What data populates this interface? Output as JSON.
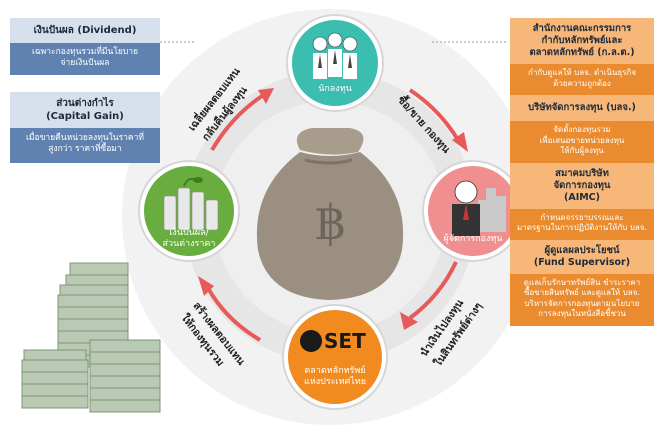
{
  "left_panel": {
    "dividend": {
      "title": "เงินปันผล (Dividend)",
      "desc_1": "เฉพาะกองทุนรวมที่มีนโยบาย",
      "desc_2": "จ่ายเงินปันผล"
    },
    "capital_gain": {
      "title_th": "ส่วนต่างกำไร",
      "title_en": "(Capital Gain)",
      "desc_1": "เมื่อขายคืนหน่วยลงทุนในราคาที่",
      "desc_2": "สูงกว่า ราคาที่ซื้อมา"
    }
  },
  "right_panel": {
    "sec": {
      "title_1": "สำนักงานคณะกรรมการ",
      "title_2": "กำกับหลักทรัพย์และ",
      "title_3": "ตลาดหลักทรัพย์ (ก.ล.ต.)",
      "desc_1": "กำกับดูแลให้ บลจ. ดำเนินธุรกิจ",
      "desc_2": "ด้วยความถูกต้อง"
    },
    "amc": {
      "title": "บริษัทจัดการลงทุน (บลจ.)",
      "desc_1": "จัดตั้งกองทุนรวม",
      "desc_2": "เพื่อเสนอขายหน่วยลงทุน",
      "desc_3": "ให้กับผู้ลงทุน"
    },
    "aimc": {
      "title_1": "สมาคมบริษัท",
      "title_2": "จัดการกองทุน",
      "title_3": "(AIMC)",
      "desc_1": "กำหนดจรรยาบรรณและ",
      "desc_2": "มาตรฐานในการปฏิบัติงานให้กับ บลจ."
    },
    "supervisor": {
      "title_1": "ผู้ดูแลผลประโยชน์",
      "title_2": "(Fund Supervisor)",
      "desc_1": "ดูแลเก็บรักษาทรัพย์สิน ชำระราคา",
      "desc_2": "ซื้อขายสินทรัพย์ และดูแลให้ บลจ.",
      "desc_3": "บริหารจัดการกองทุนตามนโยบาย",
      "desc_4": "การลงทุนในหนังสือชี้ชวน"
    }
  },
  "cycle": {
    "investor": {
      "label": "นักลงทุน"
    },
    "manager": {
      "label": "ผู้จัดการกองทุน"
    },
    "set": {
      "logo": "SET",
      "label_1": "ตลาดหลักทรัพย์",
      "label_2": "แห่งประเทศไทย"
    },
    "returns": {
      "label_1": "เงินปันผล/",
      "label_2": "ส่วนต่างราคา"
    },
    "arrow_buy": {
      "text": "ซื้อ/ขาย กองทุน"
    },
    "arrow_invest": {
      "text_1": "นำเงินไปลงทุน",
      "text_2": "ในสินทรัพย์ต่างๆ"
    },
    "arrow_create": {
      "text_1": "สร้างผลตอบแทน",
      "text_2": "ให้กองทุนรวม"
    },
    "arrow_return": {
      "text_1": "เฉลี่ยผลตอบแทน",
      "text_2": "กลับคืนผู้ลงทุน"
    },
    "bag_symbol": "฿"
  },
  "colors": {
    "teal": "#3bbdb0",
    "pink": "#ef8f8f",
    "orange": "#f28b1f",
    "green": "#68ad3d",
    "arrow": "#e85a5a",
    "card_blue": "#5f82b0",
    "card_orange": "#e98b2e"
  }
}
